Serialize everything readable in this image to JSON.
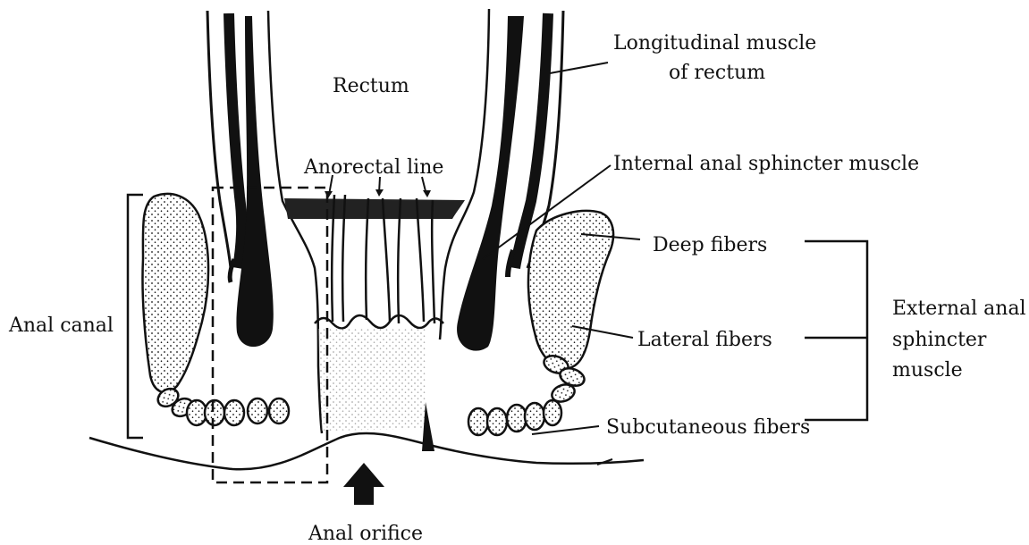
{
  "labels": {
    "rectum": "Rectum",
    "longitudinal_muscle_line1": "Longitudinal muscle",
    "longitudinal_muscle_line2": "of rectum",
    "anorectal_line": "Anorectal line",
    "internal_sphincter": "Internal anal sphincter muscle",
    "deep_fibers": "Deep fibers",
    "lateral_fibers": "Lateral fibers",
    "subcutaneous_fibers": "Subcutaneous fibers",
    "external_line1": "External anal",
    "external_line2": "sphincter",
    "external_line3": "muscle",
    "anal_canal": "Anal canal",
    "anal_orifice": "Anal orifice"
  },
  "colors": {
    "ink": "#111111",
    "background": "#ffffff"
  }
}
